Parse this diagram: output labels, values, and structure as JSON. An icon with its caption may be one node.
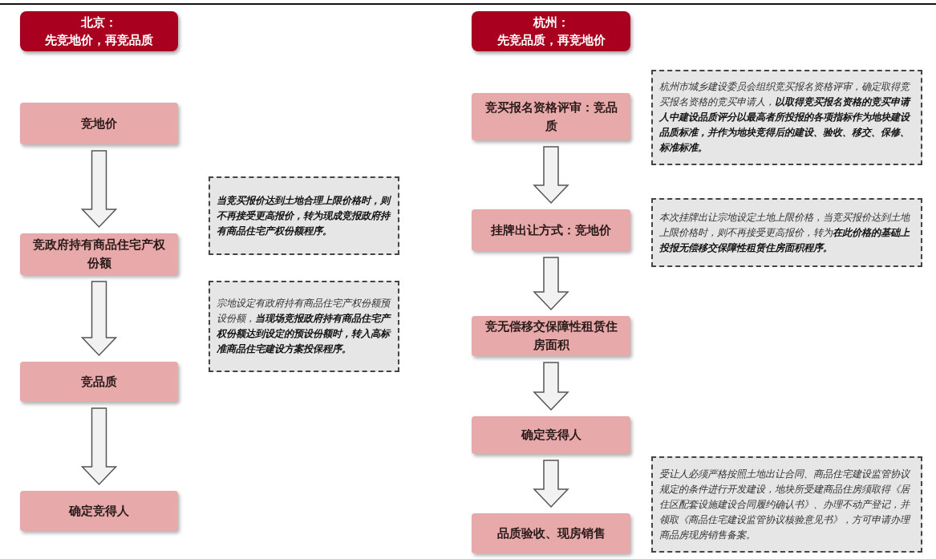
{
  "diagram": {
    "nodes": [
      {
        "text": [
          "北京：",
          "先竞地价，再竞品质"
        ]
      },
      {
        "text": [
          "竞地价"
        ]
      },
      {
        "text": [
          "当竞买报价达到土地合理上限价格时，则不再接受更高报价，转为现成竞报政府持有商品住宅产权份额程序。"
        ]
      },
      {
        "text": [
          "竞政府持有商品住宅产权份额"
        ]
      },
      {
        "text": [
          "宗地设定有政府持有商品住宅产权份额预设份额，**当现场竞报政府持有商品住宅产权份额达到设定的预设份额时，转入高标准商品住宅建设方案投保程序。**"
        ]
      },
      {
        "text": [
          "竞品质"
        ]
      },
      {
        "text": [
          "确定竞得人"
        ]
      },
      {
        "text": [
          "杭州：",
          "先竞品质，再竞地价"
        ]
      },
      {
        "text": [
          "竞买报名资格评审：竞品质"
        ]
      },
      {
        "text": [
          "杭州市城乡建设委员会组织竞买报名资格评审，确定取得竞买报名资格的竞买申请人，**以取得竞买报名资格的竞买申请人中建设品质评分以最高者所投报的各项指标作为地块建设品质标准，并作为地块竞得后的建设、验收、移交、保修、标准标准。**"
        ]
      },
      {
        "text": [
          "挂牌出让方式：竞地价"
        ]
      },
      {
        "text": [
          "本次挂牌出让宗地设定土地上限价格，当竞买报价达到土地上限价格时，则不再接受更高报价，转为**在此价格的基础上投报无偿移交保障性租赁住房面积程序。**"
        ]
      },
      {
        "text": [
          "竞无偿移交保障性租赁住房面积"
        ]
      },
      {
        "text": [
          "确定竞得人"
        ]
      },
      {
        "text": [
          "受让人必须严格按照土地出让合同、商品住宅建设监管协议规定的条件进行开发建设，地块所受建商品住房须取得《居住区配套设施建设合同履约确认书》、办理不动产登记，并领取《商品住宅建设监管协议核验意见书》，方可申请办理商品房现房销售备案。"
        ]
      },
      {
        "text": [
          "品质验收、现房销售"
        ]
      }
    ],
    "edges": [
      {
        "from": 1,
        "to": 3,
        "arrow": "to"
      },
      {
        "from": 3,
        "to": 5,
        "arrow": "to"
      },
      {
        "from": 5,
        "to": 6,
        "arrow": "to"
      },
      {
        "from": 8,
        "to": 10,
        "arrow": "to"
      },
      {
        "from": 10,
        "to": 12,
        "arrow": "to"
      },
      {
        "from": 12,
        "to": 13,
        "arrow": "to"
      },
      {
        "from": 13,
        "to": 15,
        "arrow": "to"
      }
    ]
  }
}
